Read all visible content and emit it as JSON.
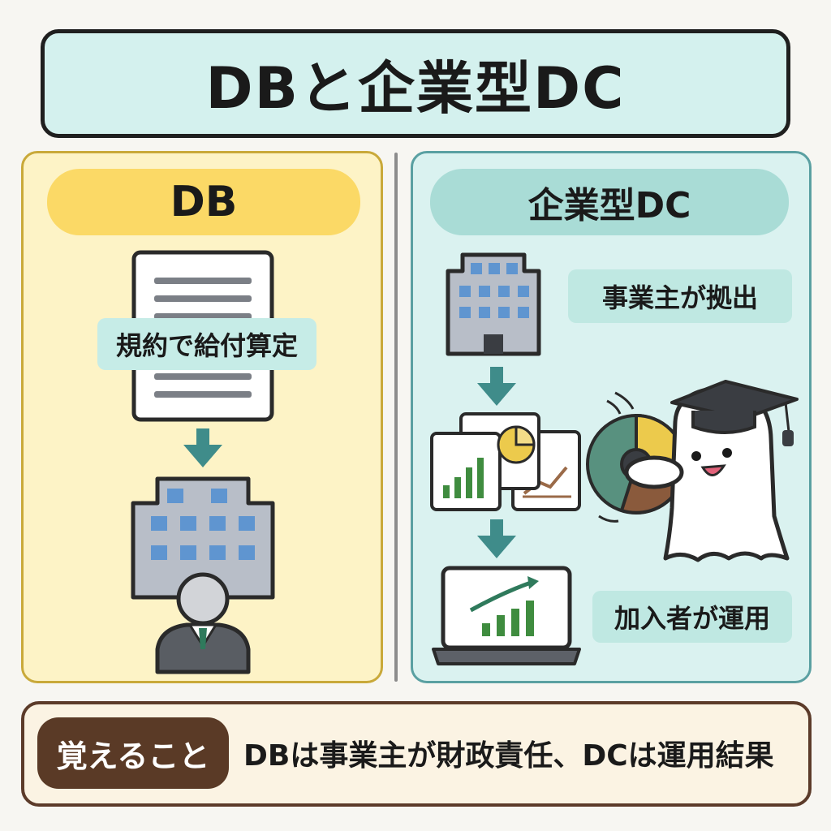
{
  "title": "DBと企業型DC",
  "db_panel": {
    "heading": "DB",
    "document_tag": "規約で給付算定"
  },
  "dc_panel": {
    "heading": "企業型DC",
    "employer_tag": "事業主が拠出",
    "member_tag": "加入者が運用"
  },
  "takeaway": {
    "label": "覚えること",
    "text": "DBは事業主が財政責任、DCは運用結果"
  },
  "colors": {
    "title_bg": "#d4f1ee",
    "db_panel_bg": "#fdf3c6",
    "db_pill": "#fbd966",
    "dc_panel_bg": "#daf2f0",
    "dc_pill": "#a9dcd6",
    "arrow": "#3f8c8a",
    "takeaway_label_bg": "#5a3a26"
  },
  "icons": [
    "document-icon",
    "arrow-down-icon",
    "office-building-icon",
    "businessman-icon",
    "chart-cards-icon",
    "laptop-chart-icon",
    "pie-chart-wheel-icon",
    "ghost-graduate-mascot"
  ]
}
